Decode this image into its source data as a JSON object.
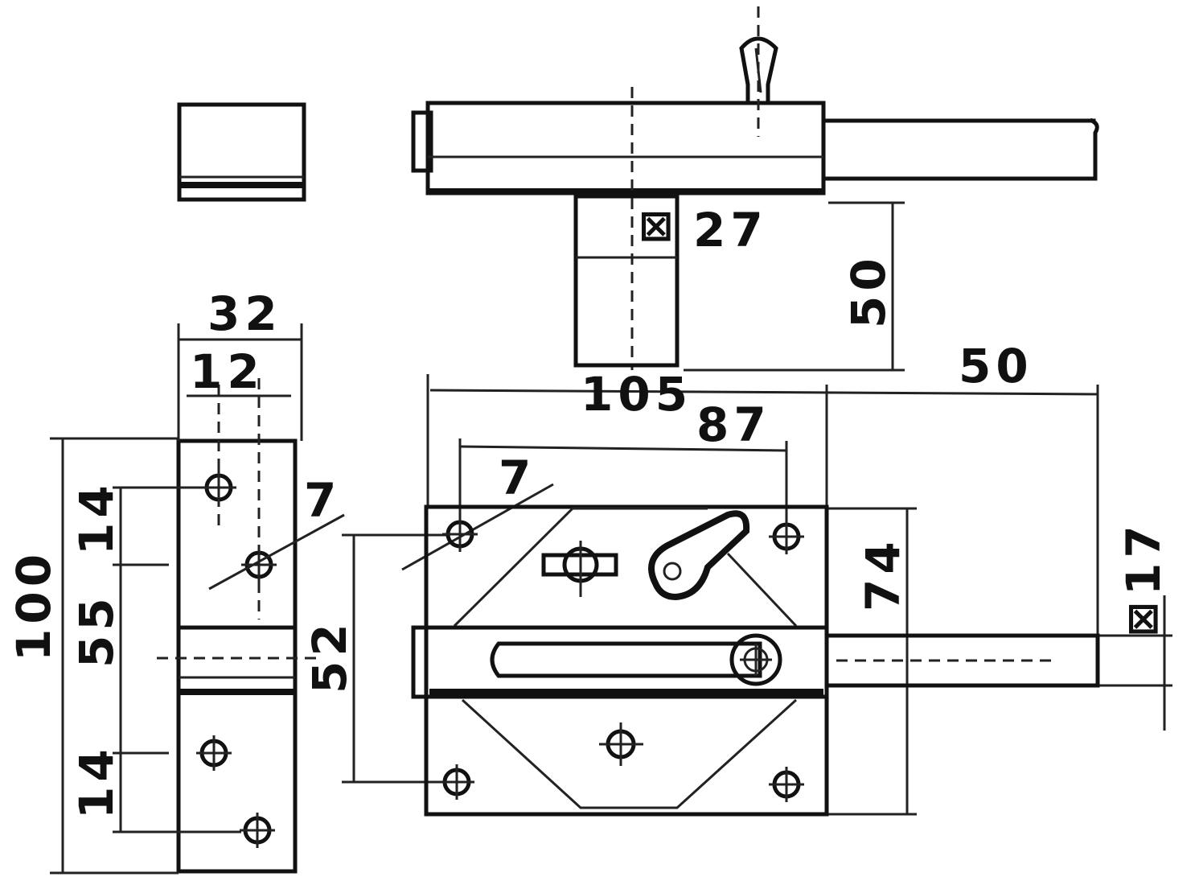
{
  "dimensions": {
    "top_diameter": "27",
    "top_height": "50",
    "width_overall": "105",
    "bolt_extension": "50",
    "hole_spacing": "87",
    "plate_hole_diameter": "7",
    "plate_height": "74",
    "bolt_square": "17",
    "hole_vertical_spacing": "52",
    "keeper_width": "32",
    "keeper_inner": "12",
    "keeper_hole_diameter": "7",
    "keeper_height": "100",
    "keeper_upper_offset": "14",
    "keeper_center": "55",
    "keeper_lower_offset": "14"
  },
  "symbols": {
    "square_symbol": "⊠"
  }
}
